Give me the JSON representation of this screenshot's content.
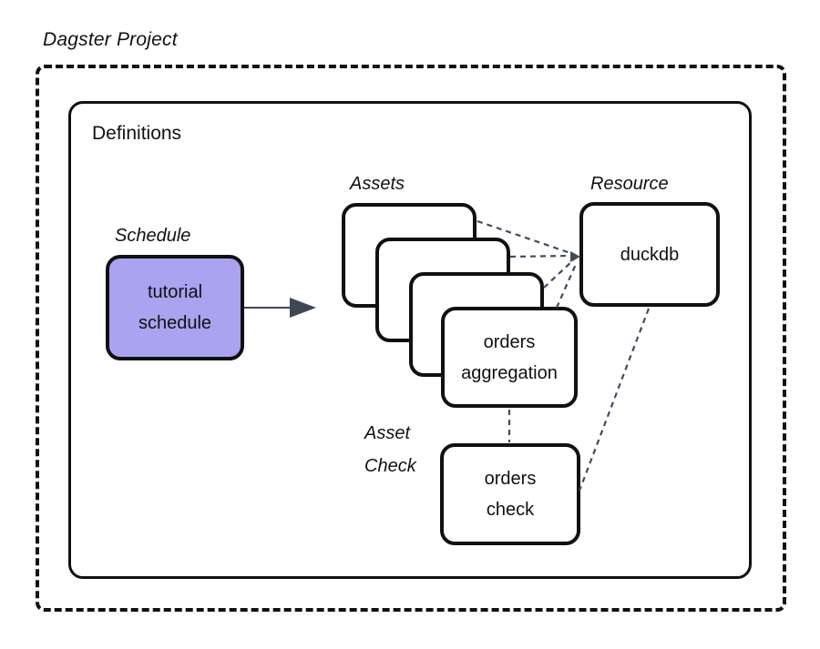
{
  "title": "Dagster Project",
  "definitions": {
    "label": "Definitions"
  },
  "schedule": {
    "group_label": "Schedule",
    "node_label": "tutorial\nschedule"
  },
  "assets": {
    "group_label": "Assets",
    "stack_count": 4,
    "front_node_label": "orders\naggregation"
  },
  "resource": {
    "group_label": "Resource",
    "node_label": "duckdb"
  },
  "asset_check": {
    "group_label": "Asset\nCheck",
    "node_label": "orders\ncheck"
  },
  "colors": {
    "schedule_fill": "#a9a3f0",
    "node_fill": "#ffffff",
    "node_border": "#111111",
    "connector": "#424b5e",
    "arrow": "#3f4754",
    "text": "#111111",
    "background": "#ffffff"
  }
}
